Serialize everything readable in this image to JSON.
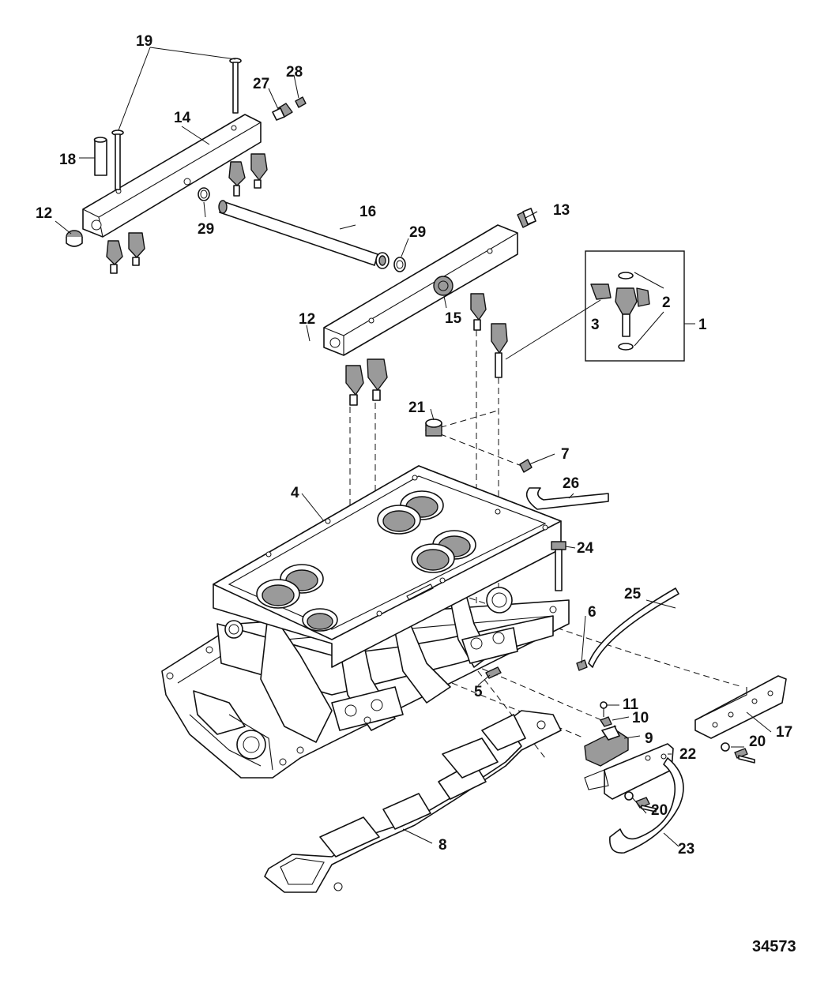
{
  "diagram": {
    "reference_number": "34573",
    "callouts": [
      {
        "id": "c1",
        "label": "1"
      },
      {
        "id": "c2",
        "label": "2"
      },
      {
        "id": "c3",
        "label": "3"
      },
      {
        "id": "c4",
        "label": "4"
      },
      {
        "id": "c5",
        "label": "5"
      },
      {
        "id": "c6",
        "label": "6"
      },
      {
        "id": "c7",
        "label": "7"
      },
      {
        "id": "c8",
        "label": "8"
      },
      {
        "id": "c9",
        "label": "9"
      },
      {
        "id": "c10",
        "label": "10"
      },
      {
        "id": "c11",
        "label": "11"
      },
      {
        "id": "c12a",
        "label": "12"
      },
      {
        "id": "c12b",
        "label": "12"
      },
      {
        "id": "c13",
        "label": "13"
      },
      {
        "id": "c14",
        "label": "14"
      },
      {
        "id": "c15",
        "label": "15"
      },
      {
        "id": "c16",
        "label": "16"
      },
      {
        "id": "c17",
        "label": "17"
      },
      {
        "id": "c18",
        "label": "18"
      },
      {
        "id": "c19",
        "label": "19"
      },
      {
        "id": "c20a",
        "label": "20"
      },
      {
        "id": "c20b",
        "label": "20"
      },
      {
        "id": "c21",
        "label": "21"
      },
      {
        "id": "c22",
        "label": "22"
      },
      {
        "id": "c23",
        "label": "23"
      },
      {
        "id": "c24",
        "label": "24"
      },
      {
        "id": "c25",
        "label": "25"
      },
      {
        "id": "c26",
        "label": "26"
      },
      {
        "id": "c27",
        "label": "27"
      },
      {
        "id": "c28",
        "label": "28"
      },
      {
        "id": "c29a",
        "label": "29"
      },
      {
        "id": "c29b",
        "label": "29"
      }
    ]
  }
}
